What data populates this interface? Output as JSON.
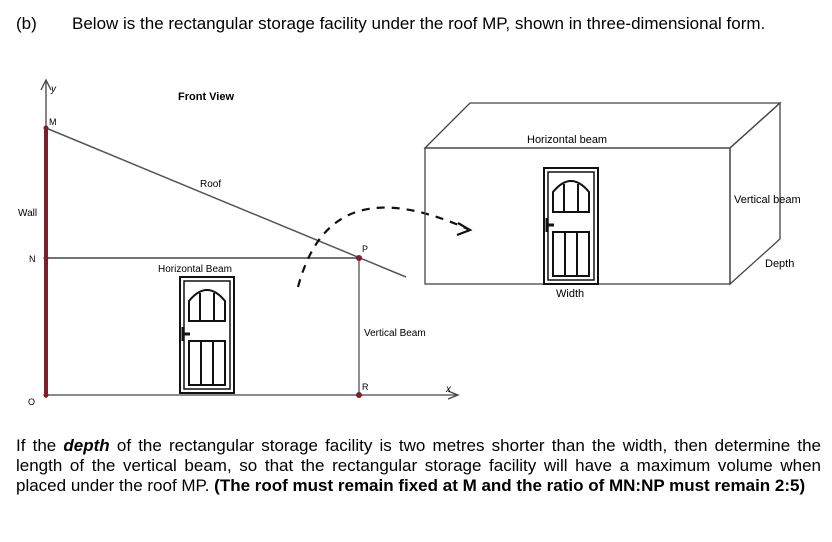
{
  "question": {
    "part_label": "(b)",
    "intro": "Below is the rectangular storage facility under the roof MP, shown in three-dimensional form.",
    "body_prefix": "If the ",
    "body_depth_word": "depth",
    "body_middle": " of the rectangular storage facility is two metres shorter than the width, then determine the length of the vertical beam, so that the rectangular storage facility will have a maximum volume when placed under the roof MP. ",
    "body_bold": "(The roof must remain fixed at M and the ratio of MN:NP must remain 2:5)"
  },
  "front_view": {
    "title": "Front View",
    "axis_y": "y",
    "axis_x": "x",
    "point_m": "M",
    "point_n": "N",
    "point_o": "O",
    "point_p": "P",
    "point_r": "R",
    "wall_label": "Wall",
    "roof_label": "Roof",
    "horizontal_beam_label": "Horizontal Beam",
    "vertical_beam_label": "Vertical Beam"
  },
  "box_view": {
    "horizontal_beam_label": "Horizontal beam",
    "vertical_beam_label": "Vertical beam",
    "depth_label": "Depth",
    "width_label": "Width"
  },
  "colors": {
    "wall": "#7a1f2b",
    "line": "#444444",
    "dark": "#111111"
  }
}
